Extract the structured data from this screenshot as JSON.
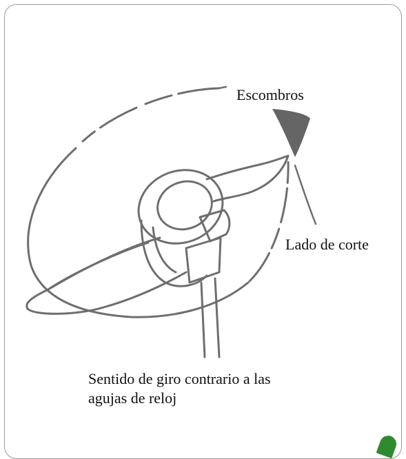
{
  "labels": {
    "debris": "Escombros",
    "cut_side": "Lado de corte",
    "rotation_line1": "Sentido de giro contrario a las",
    "rotation_line2": "agujas de reloj"
  },
  "colors": {
    "ink": "#111111",
    "sketch": "#6e6e6e",
    "frame": "#9a9a9a",
    "corner_mark": "#2f8a2f"
  }
}
